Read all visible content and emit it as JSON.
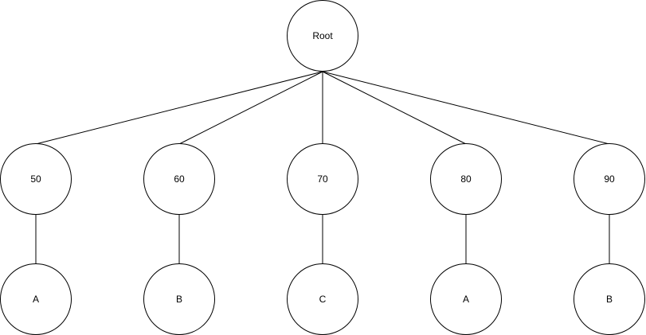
{
  "tree": {
    "root": {
      "label": "Root"
    },
    "children": [
      {
        "label": "50",
        "leaf": {
          "label": "A"
        }
      },
      {
        "label": "60",
        "leaf": {
          "label": "B"
        }
      },
      {
        "label": "70",
        "leaf": {
          "label": "C"
        }
      },
      {
        "label": "80",
        "leaf": {
          "label": "A"
        }
      },
      {
        "label": "90",
        "leaf": {
          "label": "B"
        }
      }
    ]
  },
  "colors": {
    "stroke": "#000000",
    "fill": "#ffffff",
    "text": "#000000"
  }
}
